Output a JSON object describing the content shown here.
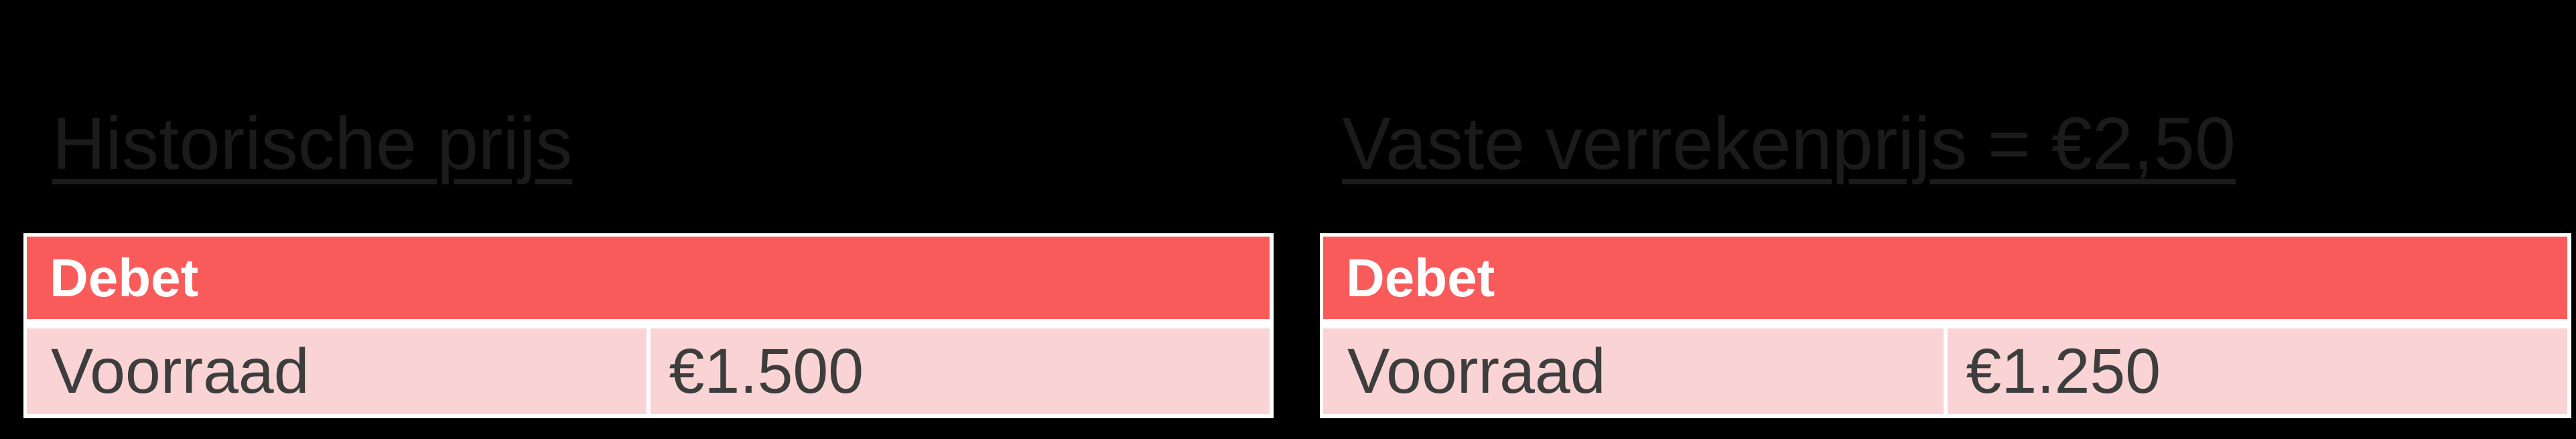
{
  "page": {
    "background_color": "#000000",
    "kind": "presentation-slide"
  },
  "colors": {
    "table_header_red": "#f95b5b",
    "table_row_pink": "#fad3d4",
    "table_border_white": "#ffffff",
    "header_text": "#ffffff",
    "cell_text": "#3d3d3d",
    "heading_text": "#1b1b1b"
  },
  "sections": [
    {
      "heading": "Historische prijs",
      "table": {
        "header_label": "Debet",
        "rows": [
          {
            "account": "Voorraad",
            "amount": "€1.500"
          }
        ]
      }
    },
    {
      "heading": "Vaste verrekenprijs = €2,50",
      "table": {
        "header_label": "Debet",
        "rows": [
          {
            "account": "Voorraad",
            "amount": "€1.250"
          }
        ]
      }
    }
  ]
}
